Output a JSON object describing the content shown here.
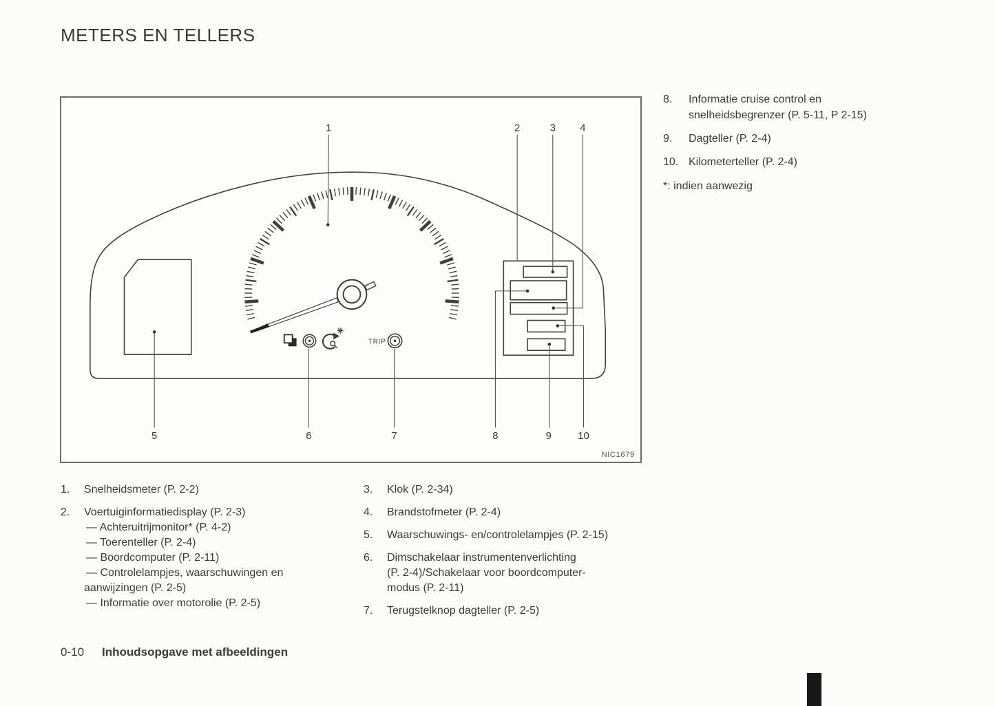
{
  "page": {
    "title": "METERS EN TELLERS",
    "footer_page": "0-10",
    "footer_section": "Inhoudsopgave met afbeeldingen"
  },
  "side_list": {
    "items": [
      {
        "num": "8.",
        "line1": "Informatie cruise control en",
        "line2": "snelheidsbegrenzer (P. 5-11, P 2-15)"
      },
      {
        "num": "9.",
        "line1": "Dagteller (P. 2-4)"
      },
      {
        "num": "10.",
        "line1": "Kilometerteller (P. 2-4)"
      }
    ],
    "footnote": "*: indien aanwezig"
  },
  "legend": {
    "col1": [
      {
        "num": "1.",
        "lines": [
          "Snelheidsmeter (P. 2-2)"
        ]
      },
      {
        "num": "2.",
        "lines": [
          "Voertuiginformatiedisplay (P. 2-3)",
          "— Achteruitrijmonitor* (P. 4-2)",
          "— Toerenteller (P. 2-4)",
          "— Boordcomputer (P. 2-11)",
          "— Controlelampjes, waarschuwingen en",
          "aanwijzingen (P. 2-5)",
          "— Informatie over motorolie (P. 2-5)"
        ]
      }
    ],
    "col2": [
      {
        "num": "3.",
        "lines": [
          "Klok (P. 2-34)"
        ]
      },
      {
        "num": "4.",
        "lines": [
          "Brandstofmeter (P. 2-4)"
        ]
      },
      {
        "num": "5.",
        "lines": [
          "Waarschuwings- en/controlelampjes (P. 2-15)"
        ]
      },
      {
        "num": "6.",
        "lines": [
          "Dimschakelaar instrumentenverlichting",
          "(P. 2-4)/Schakelaar voor boordcomputer-",
          "modus (P. 2-11)"
        ]
      },
      {
        "num": "7.",
        "lines": [
          "Terugstelknop dagteller (P. 2-5)"
        ]
      }
    ]
  },
  "diagram": {
    "callouts": [
      "1",
      "2",
      "3",
      "4",
      "5",
      "6",
      "7",
      "8",
      "9",
      "10"
    ],
    "trip_label": "TRIP",
    "figure_code": "NIC1679"
  }
}
